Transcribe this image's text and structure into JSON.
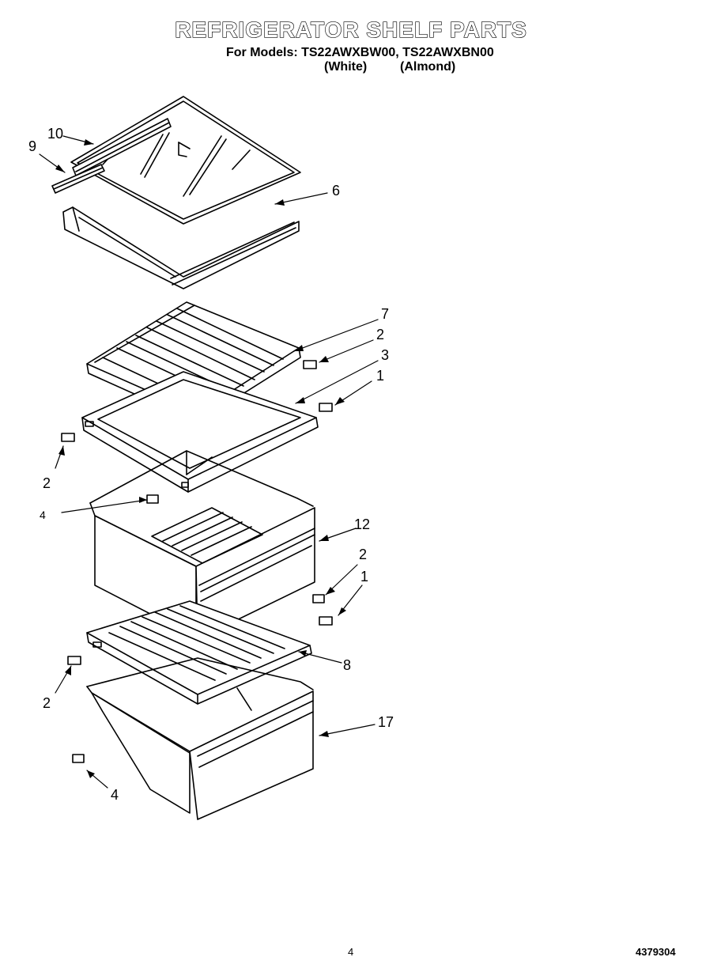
{
  "header": {
    "title": "REFRIGERATOR SHELF PARTS",
    "models_line": "For Models: TS22AWXBW00, TS22AWXBN00",
    "variant_white": "(White)",
    "variant_almond": "(Almond)"
  },
  "callouts": {
    "c10": "10",
    "c9": "9",
    "c6": "6",
    "c7": "7",
    "c2a": "2",
    "c3": "3",
    "c1a": "1",
    "c2b": "2",
    "c4a": "4",
    "c12": "12",
    "c2c": "2",
    "c1b": "1",
    "c8": "8",
    "c2d": "2",
    "c17": "17",
    "c4b": "4"
  },
  "footer": {
    "page_number": "4",
    "doc_number": "4379304"
  }
}
